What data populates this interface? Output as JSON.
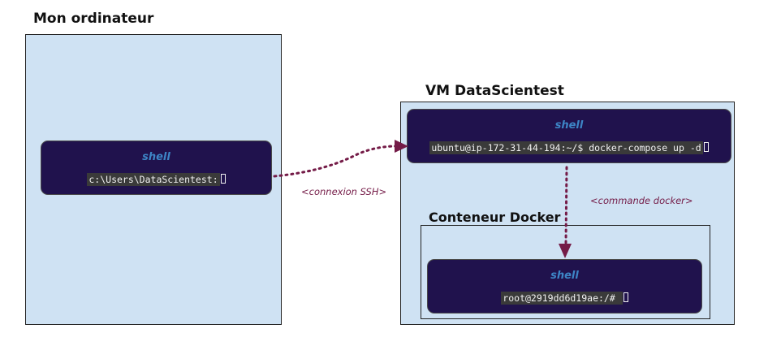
{
  "left_panel": {
    "title": "Mon ordinateur"
  },
  "vm_panel": {
    "title": "VM DataScientest"
  },
  "docker_container": {
    "title": "Conteneur Docker"
  },
  "shells": {
    "local": {
      "label": "shell",
      "command": "c:\\Users\\DataScientest:"
    },
    "vm": {
      "label": "shell",
      "command": "ubuntu@ip-172-31-44-194:~/$ docker-compose up -d"
    },
    "docker": {
      "label": "shell",
      "command": "root@2919dd6d19ae:/# "
    }
  },
  "annotations": {
    "ssh": "<connexion SSH>",
    "docker_cmd": "<commande docker>"
  },
  "colors": {
    "panel_fill": "#cfe2f3",
    "shell_fill": "#20124d",
    "shell_label": "#3d85c6",
    "arrow": "#741b47"
  }
}
